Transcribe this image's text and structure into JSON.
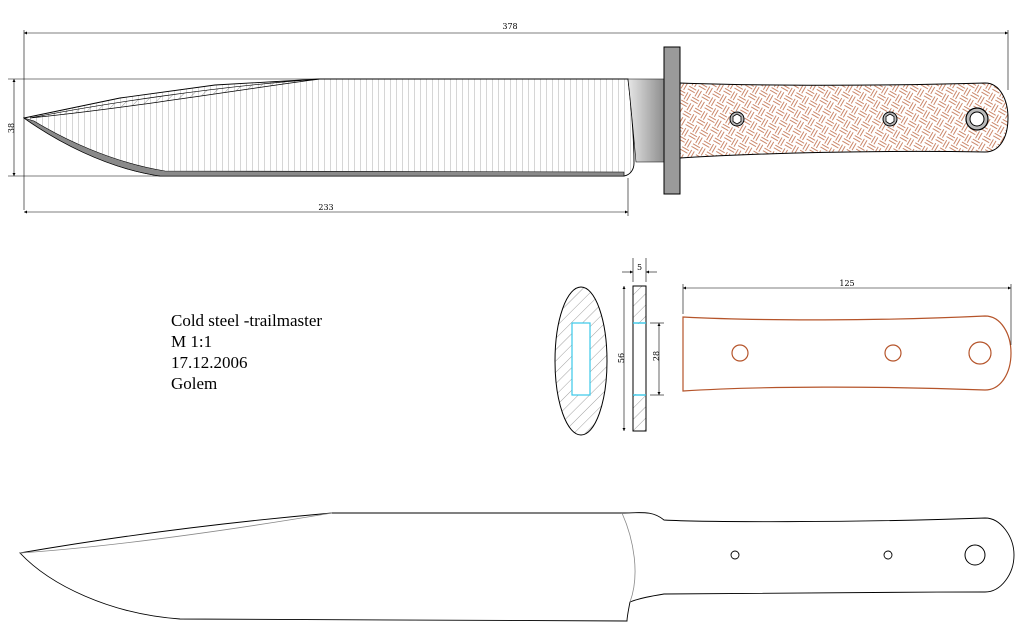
{
  "title_block": {
    "name": "Cold steel -trailmaster",
    "scale": "M 1:1",
    "date": "17.12.2006",
    "author": "Golem"
  },
  "dimensions": {
    "overall_length": "378",
    "blade_height": "38",
    "blade_length": "233",
    "guard_thickness": "5",
    "guard_height": "56",
    "tang_slot_height": "28",
    "handle_length": "125"
  },
  "colors": {
    "line": "#000000",
    "handle_wood": "#b5542a",
    "slot_highlight": "#38c8e8",
    "guard_fill": "#9a9a9a",
    "hatch": "#666666"
  }
}
